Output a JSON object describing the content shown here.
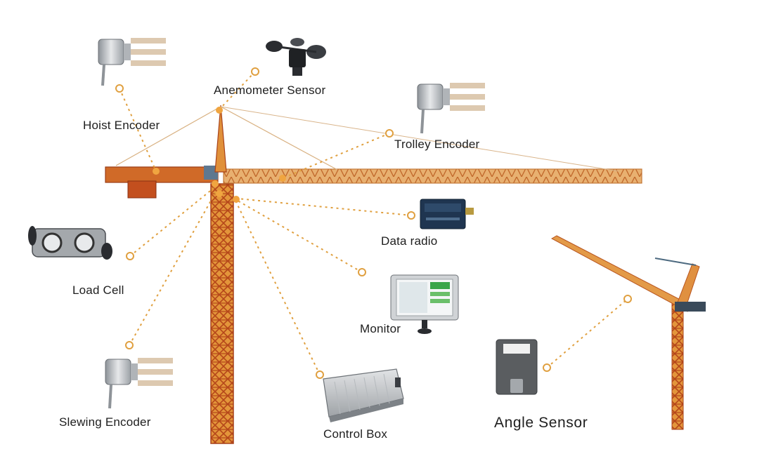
{
  "diagram": {
    "labels": {
      "anemometer": "Anemometer Sensor",
      "hoist_encoder": "Hoist Encoder",
      "trolley_encoder": "Trolley Encoder",
      "data_radio": "Data radio",
      "load_cell": "Load Cell",
      "monitor": "Monitor",
      "slewing_encoder": "Slewing Encoder",
      "control_box": "Control Box",
      "angle_sensor": "Angle Sensor"
    },
    "colors": {
      "crane_orange": "#d9882a",
      "crane_red": "#c2521d",
      "connector": "#e0a040",
      "device_silver": "#b8bcc0",
      "device_dark": "#2a2c30",
      "radio_blue": "#1f3550",
      "angle_sensor_gray": "#5a5d60"
    }
  }
}
